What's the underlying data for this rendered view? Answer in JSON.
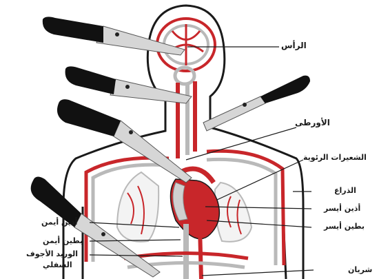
{
  "diagram": {
    "labels": {
      "head": "الرأس",
      "aorta": "الأورطى",
      "pulmonary_capillaries": "الشعيرات الرئوية",
      "arm": "الذراع",
      "left_atrium": "أذين أيسر",
      "left_ventricle": "بطين أيسر",
      "right_atrium": "أذين أيمن",
      "right_ventricle": "بطين أيمن",
      "inferior_vena_cava_line1": "الوريد الأجوف",
      "inferior_vena_cava_line2": "السفلي",
      "artery": "شريان"
    },
    "colors": {
      "artery": "#c8262a",
      "vein": "#b9b9b9",
      "outline": "#1a1a1a",
      "knife_handle": "#111111",
      "knife_blade": "#d6d6d6"
    },
    "icons": [
      "knife-icon"
    ]
  }
}
